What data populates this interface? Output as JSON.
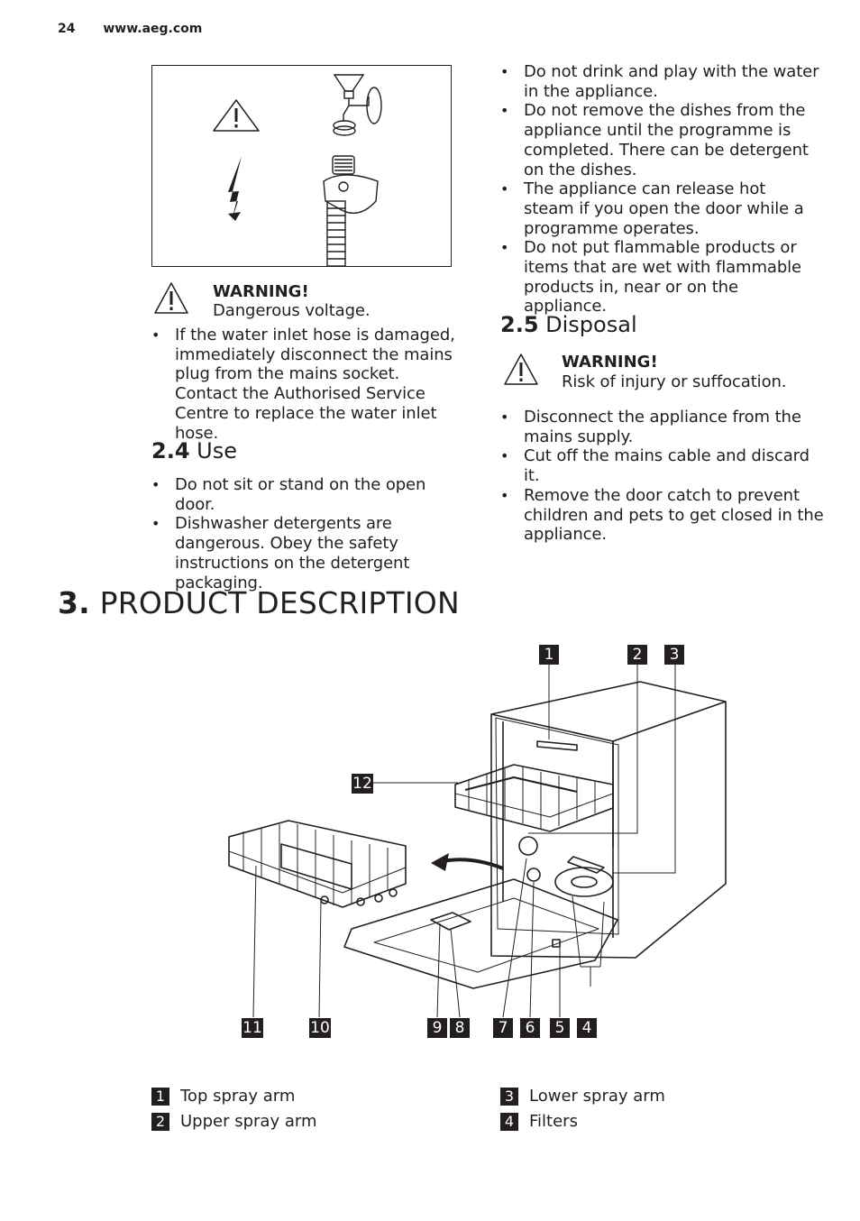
{
  "header": {
    "page_number": "24",
    "url": "www.aeg.com"
  },
  "left_column": {
    "warning": {
      "title": "WARNING!",
      "text": "Dangerous voltage."
    },
    "bullets_top": [
      "If the water inlet hose is damaged, immediately disconnect the mains plug from the mains socket. Contact the Authorised Service Centre to replace the water inlet hose."
    ],
    "section_use": {
      "number": "2.4",
      "title": "Use",
      "bullets": [
        "Do not sit or stand on the open door.",
        "Dishwasher detergents are dangerous. Obey the safety instructions on the detergent packaging."
      ]
    }
  },
  "right_column": {
    "bullets_top": [
      "Do not drink and play with the water in the appliance.",
      "Do not remove the dishes from the appliance until the programme is completed. There can be detergent on the dishes.",
      "The appliance can release hot steam if you open the door while a programme operates.",
      "Do not put flammable products or items that are wet with flammable products in, near or on the appliance."
    ],
    "section_disposal": {
      "number": "2.5",
      "title": "Disposal",
      "warning": {
        "title": "WARNING!",
        "text": "Risk of injury or suffocation."
      },
      "bullets": [
        "Disconnect the appliance from the mains supply.",
        "Cut off the mains cable and discard it.",
        "Remove the door catch to prevent children and pets to get closed in the appliance."
      ]
    }
  },
  "section_product": {
    "number": "3.",
    "title": "PRODUCT DESCRIPTION"
  },
  "figure_callouts": [
    "1",
    "2",
    "3",
    "12",
    "11",
    "10",
    "9",
    "8",
    "7",
    "6",
    "5",
    "4"
  ],
  "legend": [
    {
      "num": "1",
      "label": "Top spray arm"
    },
    {
      "num": "2",
      "label": "Upper spray arm"
    },
    {
      "num": "3",
      "label": "Lower spray arm"
    },
    {
      "num": "4",
      "label": "Filters"
    }
  ],
  "icons": [
    "warning-triangle-icon",
    "lightning-icon",
    "water-tap-icon",
    "inlet-hose-icon"
  ]
}
